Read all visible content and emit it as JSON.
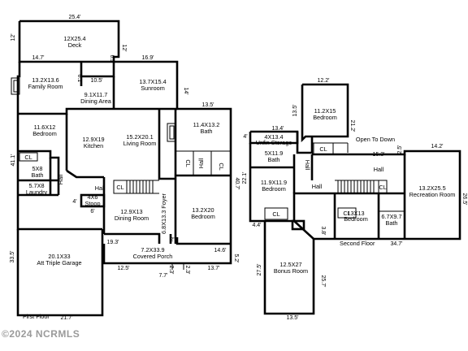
{
  "first_floor": {
    "rooms": [
      {
        "id": "deck",
        "lines": [
          "12X25.4",
          "Deck"
        ]
      },
      {
        "id": "family-room",
        "lines": [
          "13.2X13.6",
          "Family Room"
        ]
      },
      {
        "id": "dining-area",
        "lines": [
          "9.1X11.7",
          "Dining Area"
        ]
      },
      {
        "id": "sunroom",
        "lines": [
          "13.7X15.4",
          "Sunroom"
        ]
      },
      {
        "id": "bedroom-left",
        "lines": [
          "11.6X12",
          "Bedroom"
        ]
      },
      {
        "id": "kitchen",
        "lines": [
          "12.9X19",
          "Kitchen"
        ]
      },
      {
        "id": "living-room",
        "lines": [
          "15.2X20.1",
          "Living Room"
        ]
      },
      {
        "id": "bath-right",
        "lines": [
          "11.4X13.2",
          "Bath"
        ]
      },
      {
        "id": "bath-small",
        "lines": [
          "5X8",
          "Bath"
        ]
      },
      {
        "id": "laundry",
        "lines": [
          "5.7X8",
          "Laundry"
        ]
      },
      {
        "id": "stoop",
        "lines": [
          "4X6",
          "Stoop"
        ]
      },
      {
        "id": "dining-room",
        "lines": [
          "12.9X13",
          "Dining Room"
        ]
      },
      {
        "id": "bedroom-right",
        "lines": [
          "13.2X20",
          "Bedroom"
        ]
      },
      {
        "id": "covered-porch",
        "lines": [
          "7.2X33.9",
          "Covered Porch"
        ]
      },
      {
        "id": "garage",
        "lines": [
          "20.1X33",
          "Att Triple Garage"
        ]
      }
    ],
    "foyer": "6.8X13.3 Foyer",
    "labels": {
      "cl": "CL",
      "hall": "Hall"
    },
    "floor_label": "First Floor",
    "dimensions": [
      "25.4'",
      "12'",
      "12'",
      "6.5'",
      "14.7'",
      "16.9'",
      "6.1'",
      "10.5'",
      "14'",
      "13.5'",
      "41.1'",
      "40.7'",
      "6'",
      "4'",
      "19.3'",
      "14.6'",
      "5.2'",
      "12.5'",
      "2.3'",
      "2.3'",
      "7.7'",
      "13.7'",
      "33.5'",
      "21.7'",
      "2'"
    ]
  },
  "second_floor": {
    "rooms": [
      {
        "id": "bedroom-top",
        "lines": [
          "11.2X15",
          "Bedroom"
        ]
      },
      {
        "id": "unfin-storage",
        "lines": [
          "4X13.4",
          "Unfin Storage"
        ]
      },
      {
        "id": "bath-2f",
        "lines": [
          "5X11.9",
          "Bath"
        ]
      },
      {
        "id": "bedroom-left-2f",
        "lines": [
          "11.9X11.9",
          "Bedroom"
        ]
      },
      {
        "id": "bedroom-center-2f",
        "lines": [
          "13X13",
          "Bedroom"
        ]
      },
      {
        "id": "bath-center-2f",
        "lines": [
          "6.7X9.7",
          "Bath"
        ]
      },
      {
        "id": "recreation-room",
        "lines": [
          "13.2X25.5",
          "Recreation Room"
        ]
      },
      {
        "id": "bonus-room",
        "lines": [
          "12.5X27",
          "Bonus Room"
        ]
      }
    ],
    "open_to_down": "Open To Down",
    "labels": {
      "cl": "CL",
      "hall": "Hall"
    },
    "floor_label": "Second Floor",
    "dimensions": [
      "12.2'",
      "13.5'",
      "21.2'",
      "13.4'",
      "4'",
      "15.3'",
      "2.5'",
      "14.2'",
      "22.1'",
      "26.5'",
      "4.4'",
      "3.8'",
      "34.7'",
      "27.5'",
      "25.7'",
      "13.5'"
    ]
  },
  "watermark": "©2024 NCRMLS"
}
